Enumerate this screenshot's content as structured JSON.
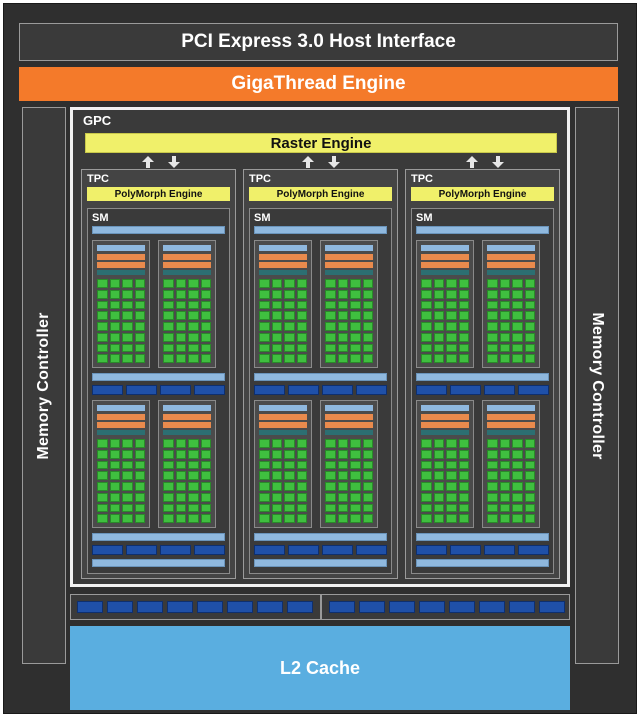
{
  "header": {
    "pcie_label": "PCI Express 3.0 Host Interface",
    "gigathread_label": "GigaThread Engine"
  },
  "memory_controllers": {
    "left_label": "Memory Controller",
    "right_label": "Memory Controller"
  },
  "gpc": {
    "label": "GPC",
    "raster_label": "Raster Engine",
    "tpcs": [
      {
        "label": "TPC",
        "polymorph_label": "PolyMorph Engine",
        "sm_label": "SM"
      },
      {
        "label": "TPC",
        "polymorph_label": "PolyMorph Engine",
        "sm_label": "SM"
      },
      {
        "label": "TPC",
        "polymorph_label": "PolyMorph Engine",
        "sm_label": "SM"
      }
    ]
  },
  "l2_label": "L2 Cache",
  "colors": {
    "gigathread": "#f47a2a",
    "engine_yellow": "#f0f06a",
    "core_green": "#3fbf3f",
    "l2_blue": "#5aaee0",
    "unit_blue": "#1f50a8",
    "buffer_sky": "#8fb8de",
    "cache_orange": "#e98a4d",
    "teal": "#2c6f72"
  }
}
